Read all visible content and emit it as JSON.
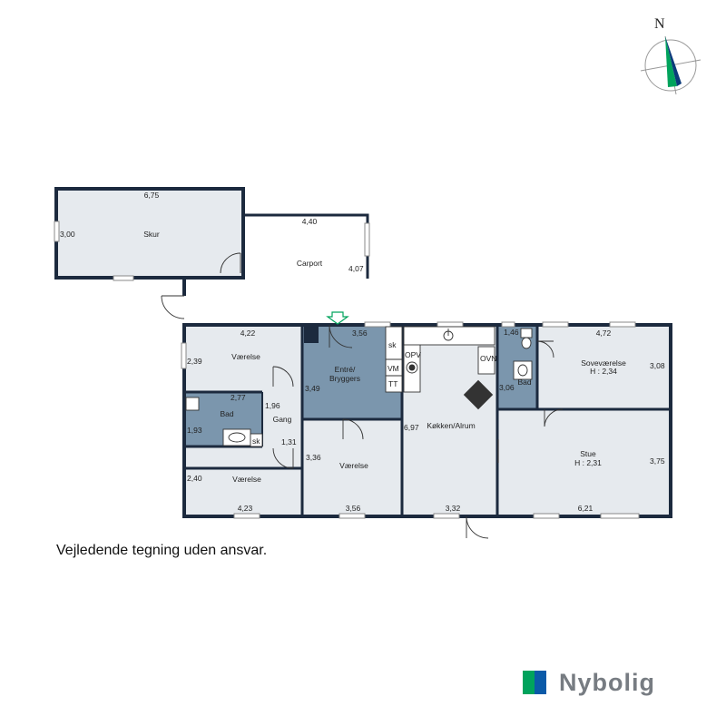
{
  "compass": {
    "label": "N"
  },
  "rooms": {
    "skur": {
      "name": "Skur",
      "width": "6,75",
      "depth": "3,00"
    },
    "carport": {
      "name": "Carport",
      "width": "4,40",
      "depth": "4,07"
    },
    "vaerelse_top": {
      "name": "Værelse",
      "width": "4,22",
      "depth": "2,39"
    },
    "entre": {
      "name_line1": "Entré/",
      "name_line2": "Bryggers",
      "width": "3,56",
      "depth": "3,49"
    },
    "bad_left": {
      "name": "Bad",
      "width": "2,77",
      "depth": "1,93"
    },
    "gang": {
      "name": "Gang",
      "width": "1,96",
      "depth": "1,31"
    },
    "vaerelse_bottom_left": {
      "name": "Værelse",
      "width": "4,23",
      "depth": "2,40"
    },
    "vaerelse_bottom_mid": {
      "name": "Værelse",
      "width": "3,56",
      "depth": "3,36"
    },
    "koekken": {
      "name": "Køkken/Alrum",
      "width": "3,32",
      "depth": "6,97"
    },
    "bad_right": {
      "name": "Bad",
      "width": "1,46",
      "depth": "3,06"
    },
    "sovevaerelse": {
      "name": "Soveværelse",
      "height": "H : 2,34",
      "depth": "3,08",
      "width": "4,72"
    },
    "stue": {
      "name": "Stue",
      "height": "H : 2,31",
      "depth": "3,75",
      "width": "6,21"
    }
  },
  "fixtures": {
    "sk_entre": "sk",
    "vm": "VM",
    "tt": "TT",
    "opv": "OPV",
    "ovn": "OVN",
    "sk_bad": "sk"
  },
  "disclaimer": "Vejledende tegning uden ansvar.",
  "brand": {
    "name": "Nybolig",
    "color_green": "#00a35c",
    "color_blue": "#0a5aa8"
  },
  "colors": {
    "wall": "#1c2a3e",
    "floor": "#e6eaee",
    "wet_room": "#7b96ad"
  }
}
